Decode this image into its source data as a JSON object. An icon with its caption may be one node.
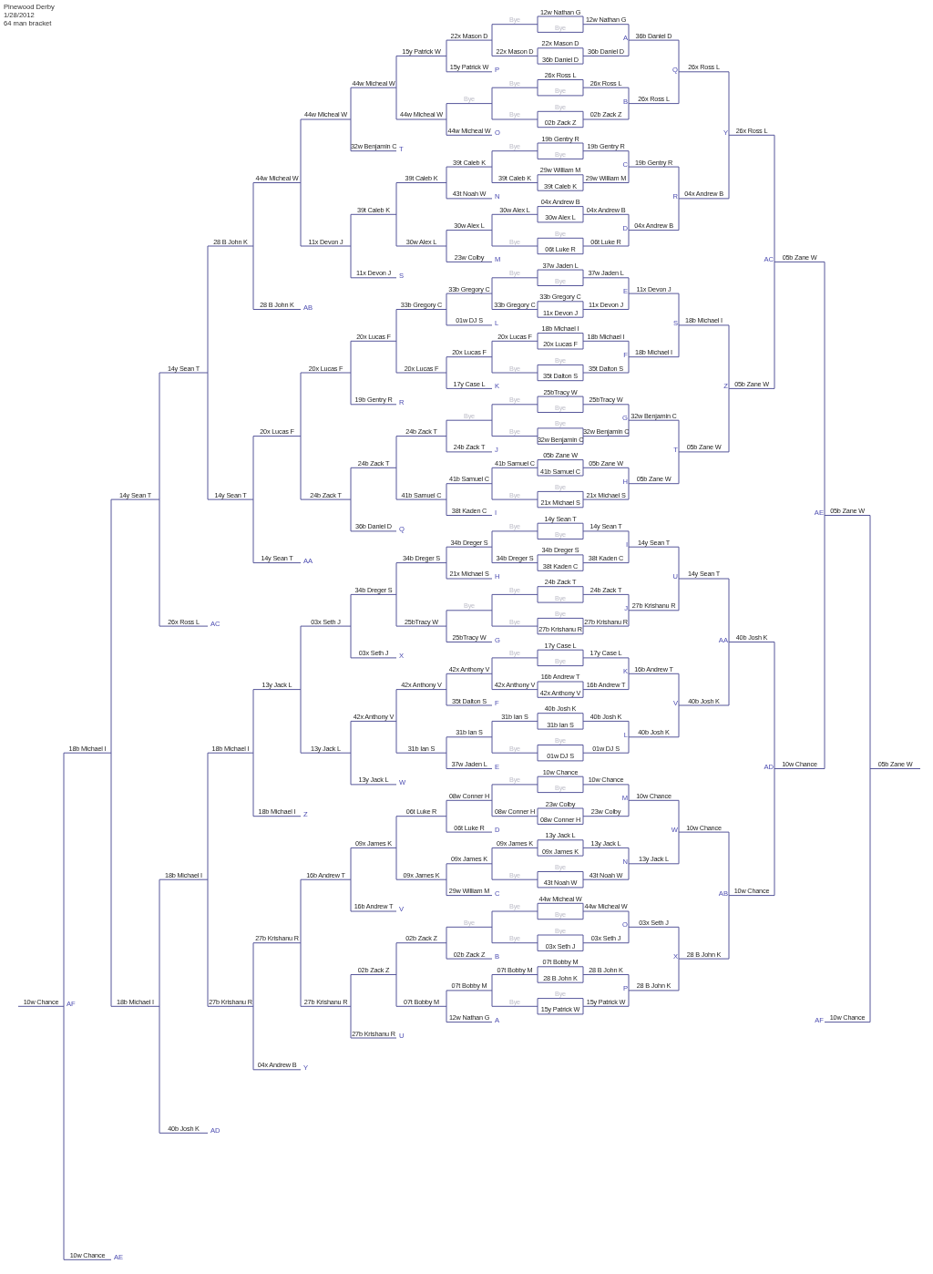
{
  "diagram": {
    "title": "Pinewood Derby",
    "labels": [
      "1/28/2012",
      "64 man bracket",
      "10w Chance",
      "AF",
      "18b Michael I",
      "10w Chance",
      "AE",
      "14y Sean T",
      "18b Michael I",
      "14y Sean T",
      "26x Ross L",
      "AC",
      "18b Michael I",
      "40b Josh K",
      "AD",
      "28 B John K",
      "14y Sean T",
      "18b Michael I",
      "27b Krishanu R",
      "44w Micheal W",
      "28 B John K",
      "AB",
      "20x Lucas F",
      "14y Sean T",
      "AA",
      "13y Jack L",
      "18b Michael I",
      "Z",
      "27b Krishanu R",
      "04x Andrew B",
      "Y",
      "44w Micheal W",
      "11x Devon J",
      "20x Lucas F",
      "24b Zack T",
      "03x Seth J",
      "13y Jack L",
      "16b Andrew T",
      "27b Krishanu R",
      "44w Micheal W",
      "32w Benjamin C",
      "T",
      "39t Caleb K",
      "11x Devon J",
      "S",
      "20x Lucas F",
      "19b Gentry R",
      "R",
      "24b Zack T",
      "36b Daniel D",
      "Q",
      "34b Dreger S",
      "03x Seth J",
      "X",
      "42x Anthony V",
      "13y Jack L",
      "W",
      "09x James K",
      "16b Andrew T",
      "V",
      "02b Zack Z",
      "27b Krishanu R",
      "U",
      "15y Patrick W",
      "44w Micheal W",
      "39t Caleb K",
      "30w Alex L",
      "33b Gregory C",
      "20x Lucas F",
      "24b Zack T",
      "41b Samuel C",
      "34b Dreger S",
      "25bTracy W",
      "42x Anthony V",
      "31b Ian S",
      "06t Luke R",
      "09x James K",
      "02b Zack Z",
      "07t Bobby M",
      "22x Mason D",
      "15y Patrick W",
      "P",
      "Bye",
      "44w Micheal W",
      "O",
      "39t Caleb K",
      "43t Noah W",
      "N",
      "30w Alex L",
      "23w Colby",
      "M",
      "33b Gregory C",
      "01w DJ S",
      "L",
      "20x Lucas F",
      "17y Case L",
      "K",
      "Bye",
      "24b Zack T",
      "J",
      "41b Samuel C",
      "38t Kaden C",
      "I",
      "34b Dreger S",
      "21x Michael S",
      "H",
      "Bye",
      "25bTracy W",
      "G",
      "42x Anthony V",
      "35t Dalton S",
      "F",
      "31b Ian S",
      "37w Jaden L",
      "E",
      "08w Conner H",
      "06t Luke R",
      "D",
      "09x James K",
      "29w William M",
      "C",
      "Bye",
      "02b Zack Z",
      "B",
      "07t Bobby M",
      "12w Nathan G",
      "A",
      "Bye",
      "22x Mason D",
      "Bye",
      "Bye",
      "Bye",
      "39t Caleb K",
      "30w Alex L",
      "Bye",
      "Bye",
      "33b Gregory C",
      "20x Lucas F",
      "Bye",
      "Bye",
      "Bye",
      "41b Samuel C",
      "Bye",
      "Bye",
      "34b Dreger S",
      "Bye",
      "Bye",
      "Bye",
      "42x Anthony V",
      "31b Ian S",
      "Bye",
      "Bye",
      "08w Conner H",
      "09x James K",
      "Bye",
      "Bye",
      "Bye",
      "07t Bobby M",
      "Bye",
      "12w Nathan G",
      "Bye",
      "22x Mason D",
      "36b Daniel D",
      "26x Ross L",
      "Bye",
      "Bye",
      "02b Zack Z",
      "19b Gentry R",
      "Bye",
      "29w William M",
      "39t Caleb K",
      "04x Andrew B",
      "30w Alex L",
      "Bye",
      "06t Luke R",
      "37w Jaden L",
      "Bye",
      "33b Gregory C",
      "11x Devon J",
      "18b Michael I",
      "20x Lucas F",
      "Bye",
      "35t Dalton S",
      "25bTracy W",
      "Bye",
      "Bye",
      "32w Benjamin C",
      "05b Zane W",
      "41b Samuel C",
      "Bye",
      "21x Michael S",
      "14y Sean T",
      "Bye",
      "34b Dreger S",
      "38t Kaden C",
      "24b Zack T",
      "Bye",
      "Bye",
      "27b Krishanu R",
      "17y Case L",
      "Bye",
      "16b Andrew T",
      "42x Anthony V",
      "40b Josh K",
      "31b Ian S",
      "Bye",
      "01w DJ S",
      "10w Chance",
      "Bye",
      "23w Colby",
      "08w Conner H",
      "13y Jack L",
      "09x James K",
      "Bye",
      "43t Noah W",
      "44w Micheal W",
      "Bye",
      "Bye",
      "03x Seth J",
      "07t Bobby M",
      "28 B John K",
      "Bye",
      "15y Patrick W",
      "12w Nathan G",
      "36b Daniel D",
      "26x Ross L",
      "02b Zack Z",
      "19b Gentry R",
      "29w William M",
      "04x Andrew B",
      "06t Luke R",
      "37w Jaden L",
      "11x Devon J",
      "18b Michael I",
      "35t Dalton S",
      "25bTracy W",
      "32w Benjamin C",
      "05b Zane W",
      "21x Michael S",
      "14y Sean T",
      "38t Kaden C",
      "24b Zack T",
      "27b Krishanu R",
      "17y Case L",
      "16b Andrew T",
      "40b Josh K",
      "01w DJ S",
      "10w Chance",
      "23w Colby",
      "13y Jack L",
      "43t Noah W",
      "44w Micheal W",
      "03x Seth J",
      "28 B John K",
      "15y Patrick W",
      "36b Daniel D",
      "A",
      "26x Ross L",
      "B",
      "19b Gentry R",
      "C",
      "04x Andrew B",
      "D",
      "11x Devon J",
      "E",
      "18b Michael I",
      "F",
      "32w Benjamin C",
      "G",
      "05b Zane W",
      "H",
      "14y Sean T",
      "I",
      "27b Krishanu R",
      "J",
      "16b Andrew T",
      "K",
      "40b Josh K",
      "L",
      "10w Chance",
      "M",
      "13y Jack L",
      "N",
      "03x Seth J",
      "O",
      "28 B John K",
      "P",
      "26x Ross L",
      "Q",
      "04x Andrew B",
      "R",
      "18b Michael I",
      "S",
      "05b Zane W",
      "T",
      "14y Sean T",
      "U",
      "40b Josh K",
      "V",
      "10w Chance",
      "W",
      "28 B John K",
      "X",
      "26x Ross L",
      "Y",
      "05b Zane W",
      "Z",
      "40b Josh K",
      "AA",
      "10w Chance",
      "AB",
      "05b Zane W",
      "AC",
      "10w Chance",
      "AD",
      "05b Zane W",
      "AE",
      "10w Chance",
      "AF",
      "05b Zane W"
    ]
  }
}
